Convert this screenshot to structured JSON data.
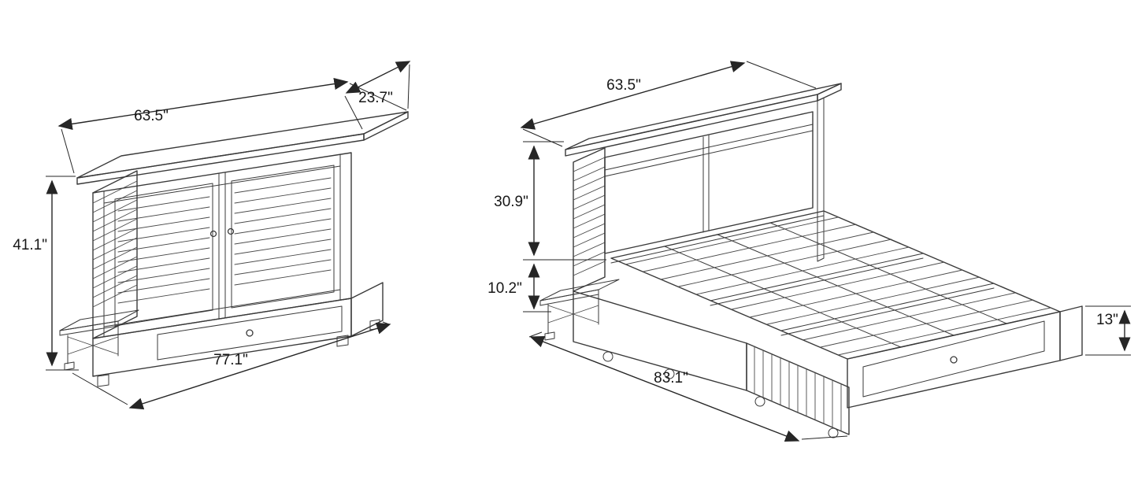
{
  "colors": {
    "background": "#ffffff",
    "line": "#3a3a3a",
    "dimension_line": "#262626",
    "label_text": "#171717"
  },
  "closed_view": {
    "dims": {
      "top_width": "63.5\"",
      "depth": "23.7\"",
      "height": "41.1\"",
      "base_width": "77.1\""
    }
  },
  "open_view": {
    "dims": {
      "top_width": "63.5\"",
      "cabinet_height": "30.9\"",
      "base_height": "10.2\"",
      "bed_length": "83.1\"",
      "rail_height": "13\""
    }
  }
}
